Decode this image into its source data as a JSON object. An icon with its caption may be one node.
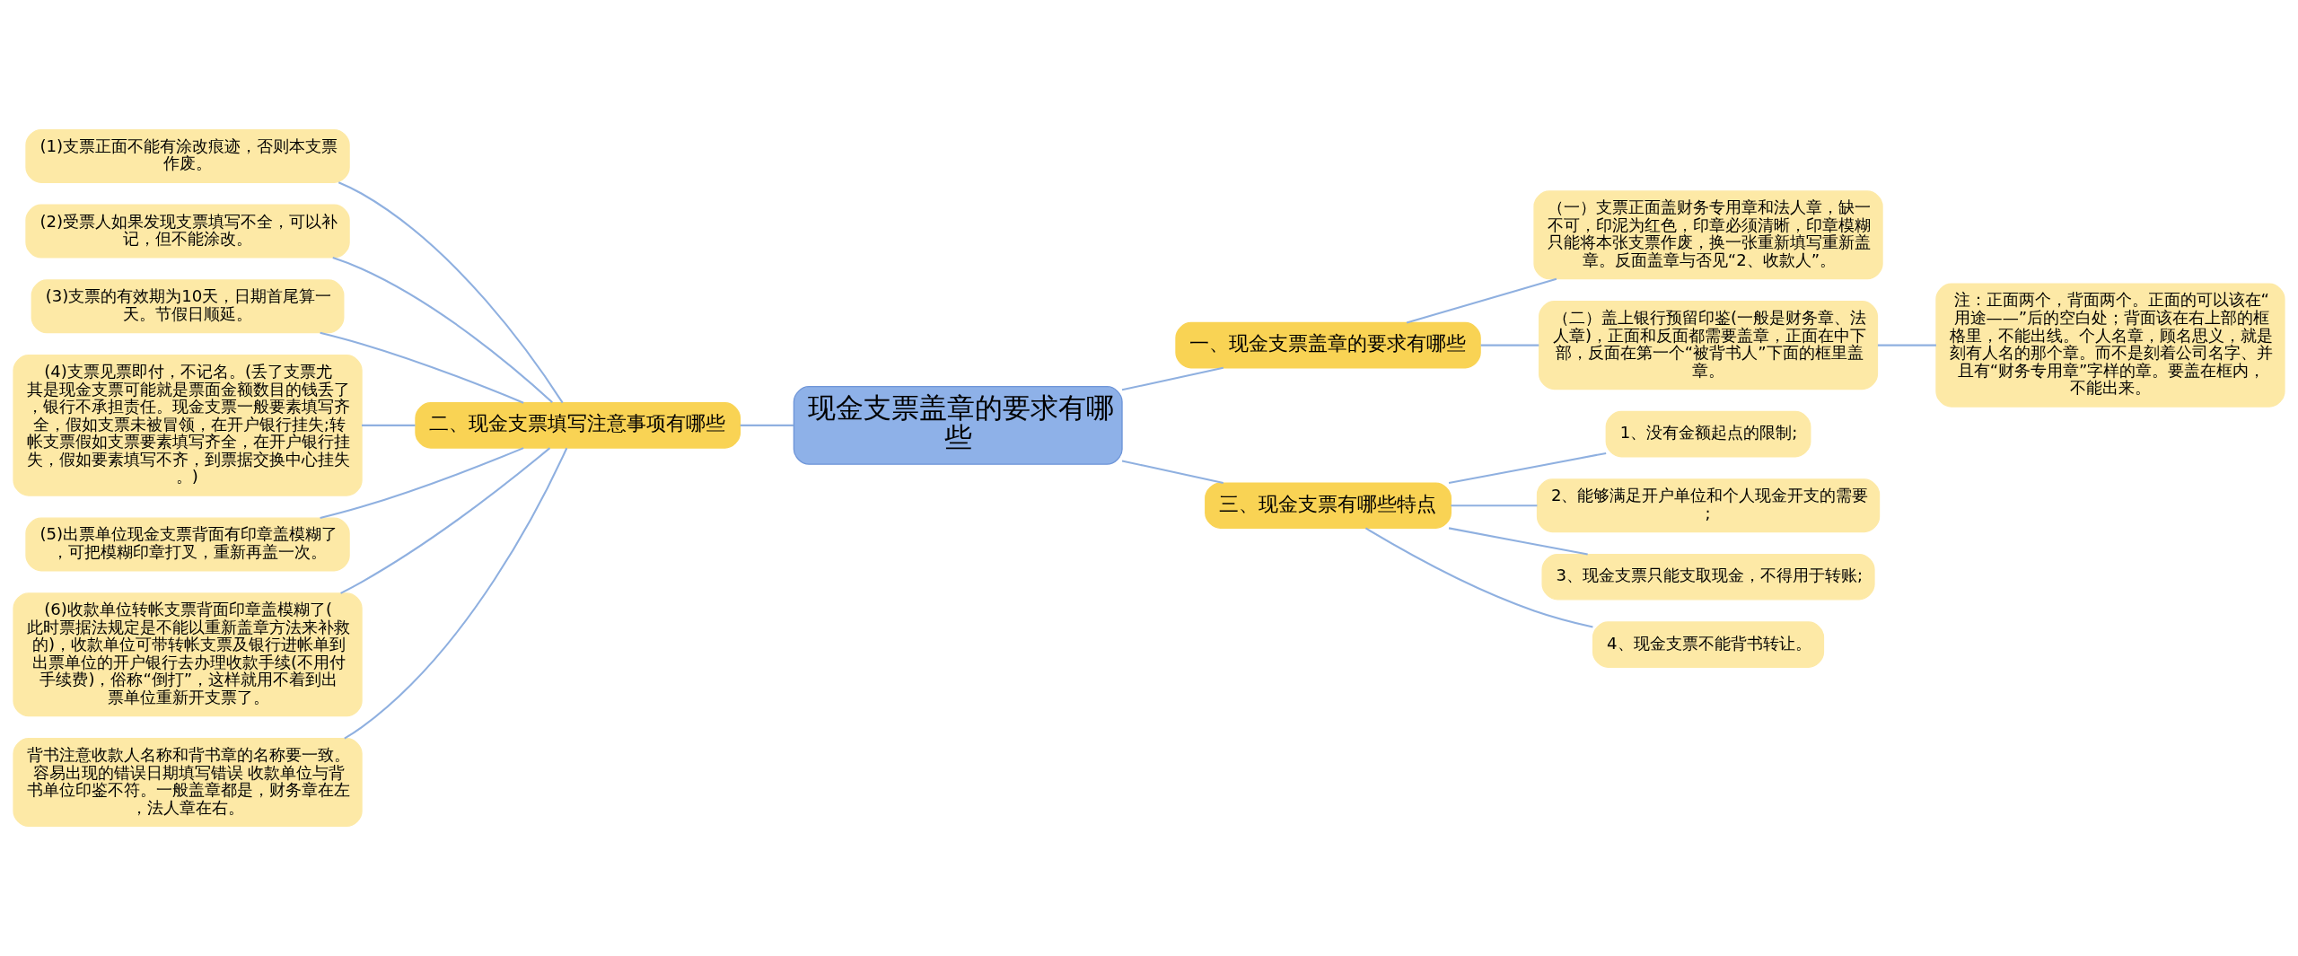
{
  "diagram": {
    "nodes": [
      {
        "text": [
          "现金支票盖章的要求有哪些"
        ]
      },
      {
        "text": [
          "二、现金支票填写注意事项有哪些"
        ]
      },
      {
        "text": [
          "(1)支票正面不能有涂改痕迹，否则本支票作废。"
        ]
      },
      {
        "text": [
          "(2)受票人如果发现支票填写不全，可以补记，但不能涂改。"
        ]
      },
      {
        "text": [
          "(3)支票的有效期为10天，日期首尾算一天。节假日顺延。"
        ]
      },
      {
        "text": [
          "(4)支票见票即付，不记名。(丢了支票尤其是现金支票可能就是票面金额数目的钱丢了，银行不承担责任。现金支票一般要素填写齐全，假如支票未被冒领，在开户银行挂失;转帐支票假如支票要素填写齐全，在开户银行挂失，假如要素填写不齐，到票据交换中心挂失。)"
        ]
      },
      {
        "text": [
          "(5)出票单位现金支票背面有印章盖模糊了，可把模糊印章打叉，重新再盖一次。"
        ]
      },
      {
        "text": [
          "(6)收款单位转帐支票背面印章盖模糊了(此时票据法规定是不能以重新盖章方法来补救的)，收款单位可带转帐支票及银行进帐单到出票单位的开户银行去办理收款手续(不用付手续费)，俗称“倒打”，这样就用不着到出票单位重新开支票了。"
        ]
      },
      {
        "text": [
          "背书注意收款人名称和背书章的名称要一致。容易出现的错误日期填写错误 收款单位与背书单位印鉴不符。一般盖章都是，财务章在左，法人章在右。"
        ]
      },
      {
        "text": [
          "一、现金支票盖章的要求有哪些"
        ]
      },
      {
        "text": [
          "（一）支票正面盖财务专用章和法人章，缺一不可，印泥为红色，印章必须清晰，印章模糊只能将本张支票作废，换一张重新填写重新盖章。反面盖章与否见“2、收款人”。"
        ]
      },
      {
        "text": [
          "（二）盖上银行预留印鉴(一般是财务章、法人章)，正面和反面都需要盖章，正面在中下部，反面在第一个“被背书人”下面的框里盖章。"
        ]
      },
      {
        "text": [
          "注：正面两个，背面两个。正面的可以该在“用途——”后的空白处；背面该在右上部的框格里，不能出线。个人名章，顾名思义，就是刻有人名的那个章。而不是刻着公司名字、并且有“财务专用章”字样的章。要盖在框内，不能出来。"
        ]
      },
      {
        "text": [
          "三、现金支票有哪些特点"
        ]
      },
      {
        "text": [
          "1、没有金额起点的限制;"
        ]
      },
      {
        "text": [
          "2、能够满足开户单位和个人现金开支的需要;"
        ]
      },
      {
        "text": [
          "3、现金支票只能支取现金，不得用于转账;"
        ]
      },
      {
        "text": [
          "4、现金支票不能背书转让。"
        ]
      }
    ],
    "edges": [
      {
        "from": 0,
        "to": 1,
        "arrow": "none"
      },
      {
        "from": 1,
        "to": 2,
        "arrow": "none"
      },
      {
        "from": 1,
        "to": 3,
        "arrow": "none"
      },
      {
        "from": 1,
        "to": 4,
        "arrow": "none"
      },
      {
        "from": 1,
        "to": 5,
        "arrow": "none"
      },
      {
        "from": 1,
        "to": 6,
        "arrow": "none"
      },
      {
        "from": 1,
        "to": 7,
        "arrow": "none"
      },
      {
        "from": 1,
        "to": 8,
        "arrow": "none"
      },
      {
        "from": 0,
        "to": 9,
        "arrow": "none"
      },
      {
        "from": 9,
        "to": 10,
        "arrow": "none"
      },
      {
        "from": 9,
        "to": 11,
        "arrow": "none"
      },
      {
        "from": 11,
        "to": 12,
        "arrow": "none"
      },
      {
        "from": 0,
        "to": 13,
        "arrow": "none"
      },
      {
        "from": 13,
        "to": 14,
        "arrow": "none"
      },
      {
        "from": 13,
        "to": 15,
        "arrow": "none"
      },
      {
        "from": 13,
        "to": 16,
        "arrow": "none"
      },
      {
        "from": 13,
        "to": 17,
        "arrow": "none"
      }
    ]
  }
}
